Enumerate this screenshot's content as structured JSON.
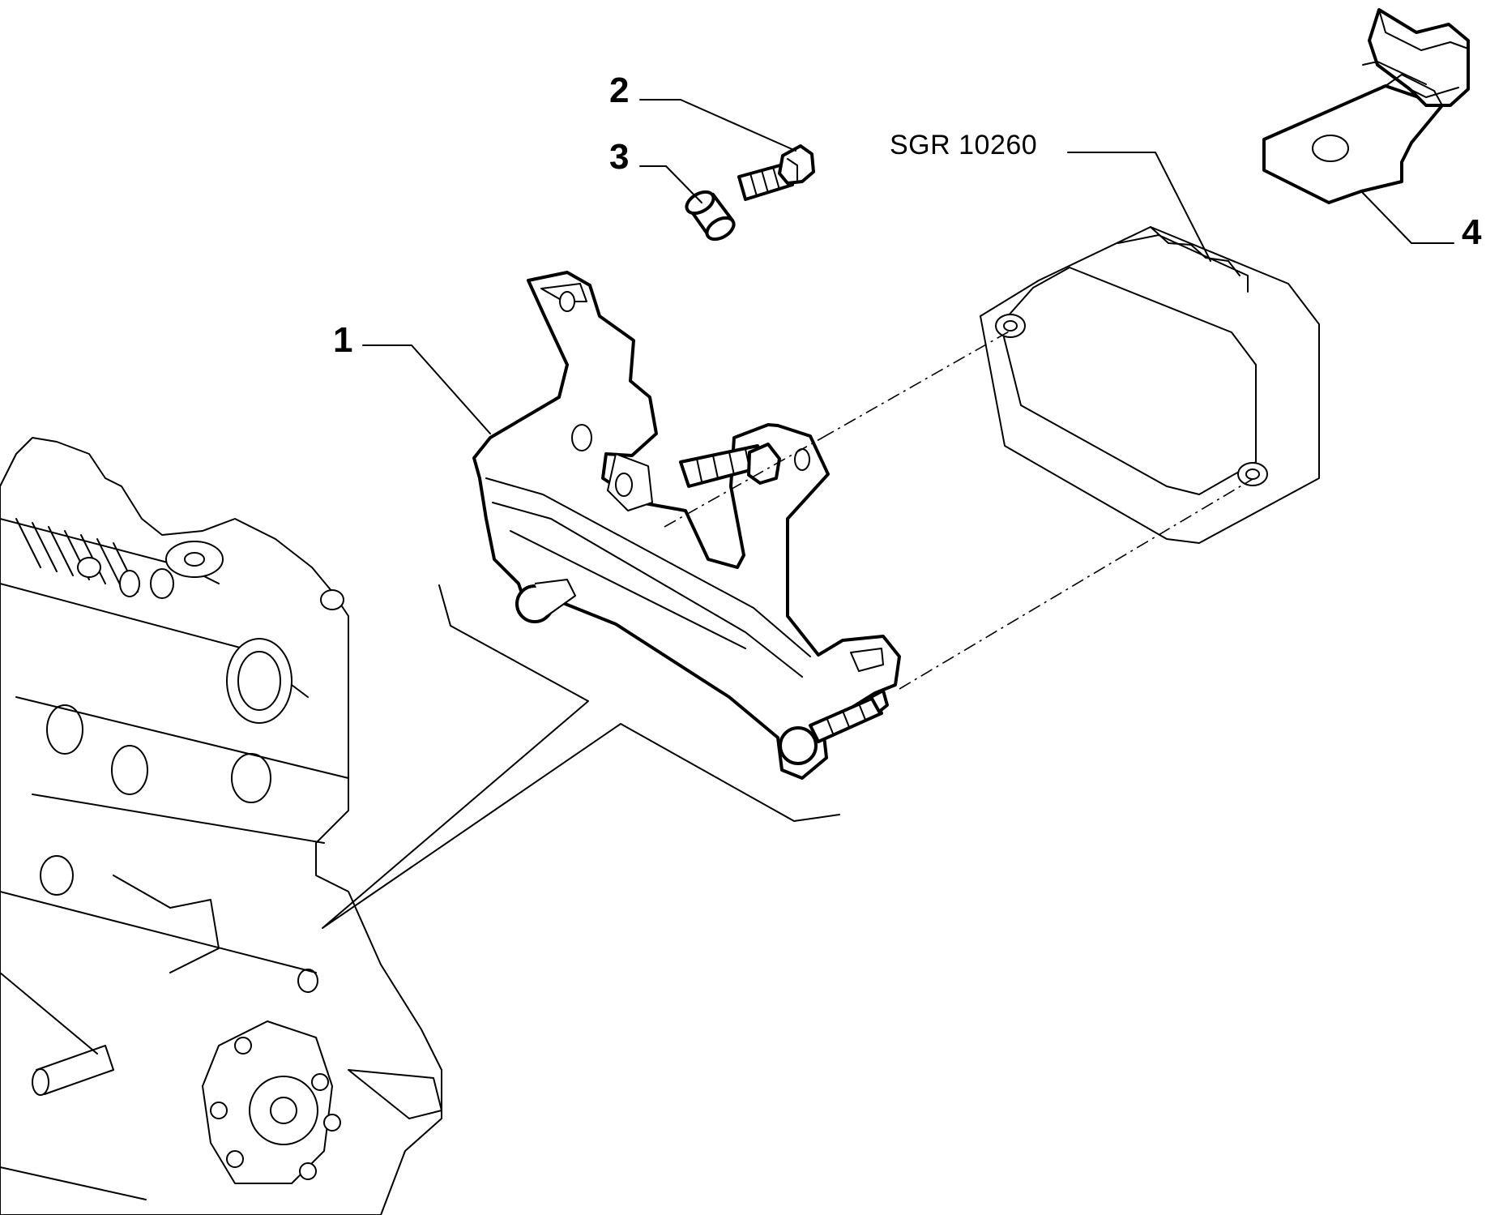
{
  "callouts": {
    "c1": "1",
    "c2": "2",
    "c3": "3",
    "c4": "4"
  },
  "reference_code": "SGR 10260"
}
